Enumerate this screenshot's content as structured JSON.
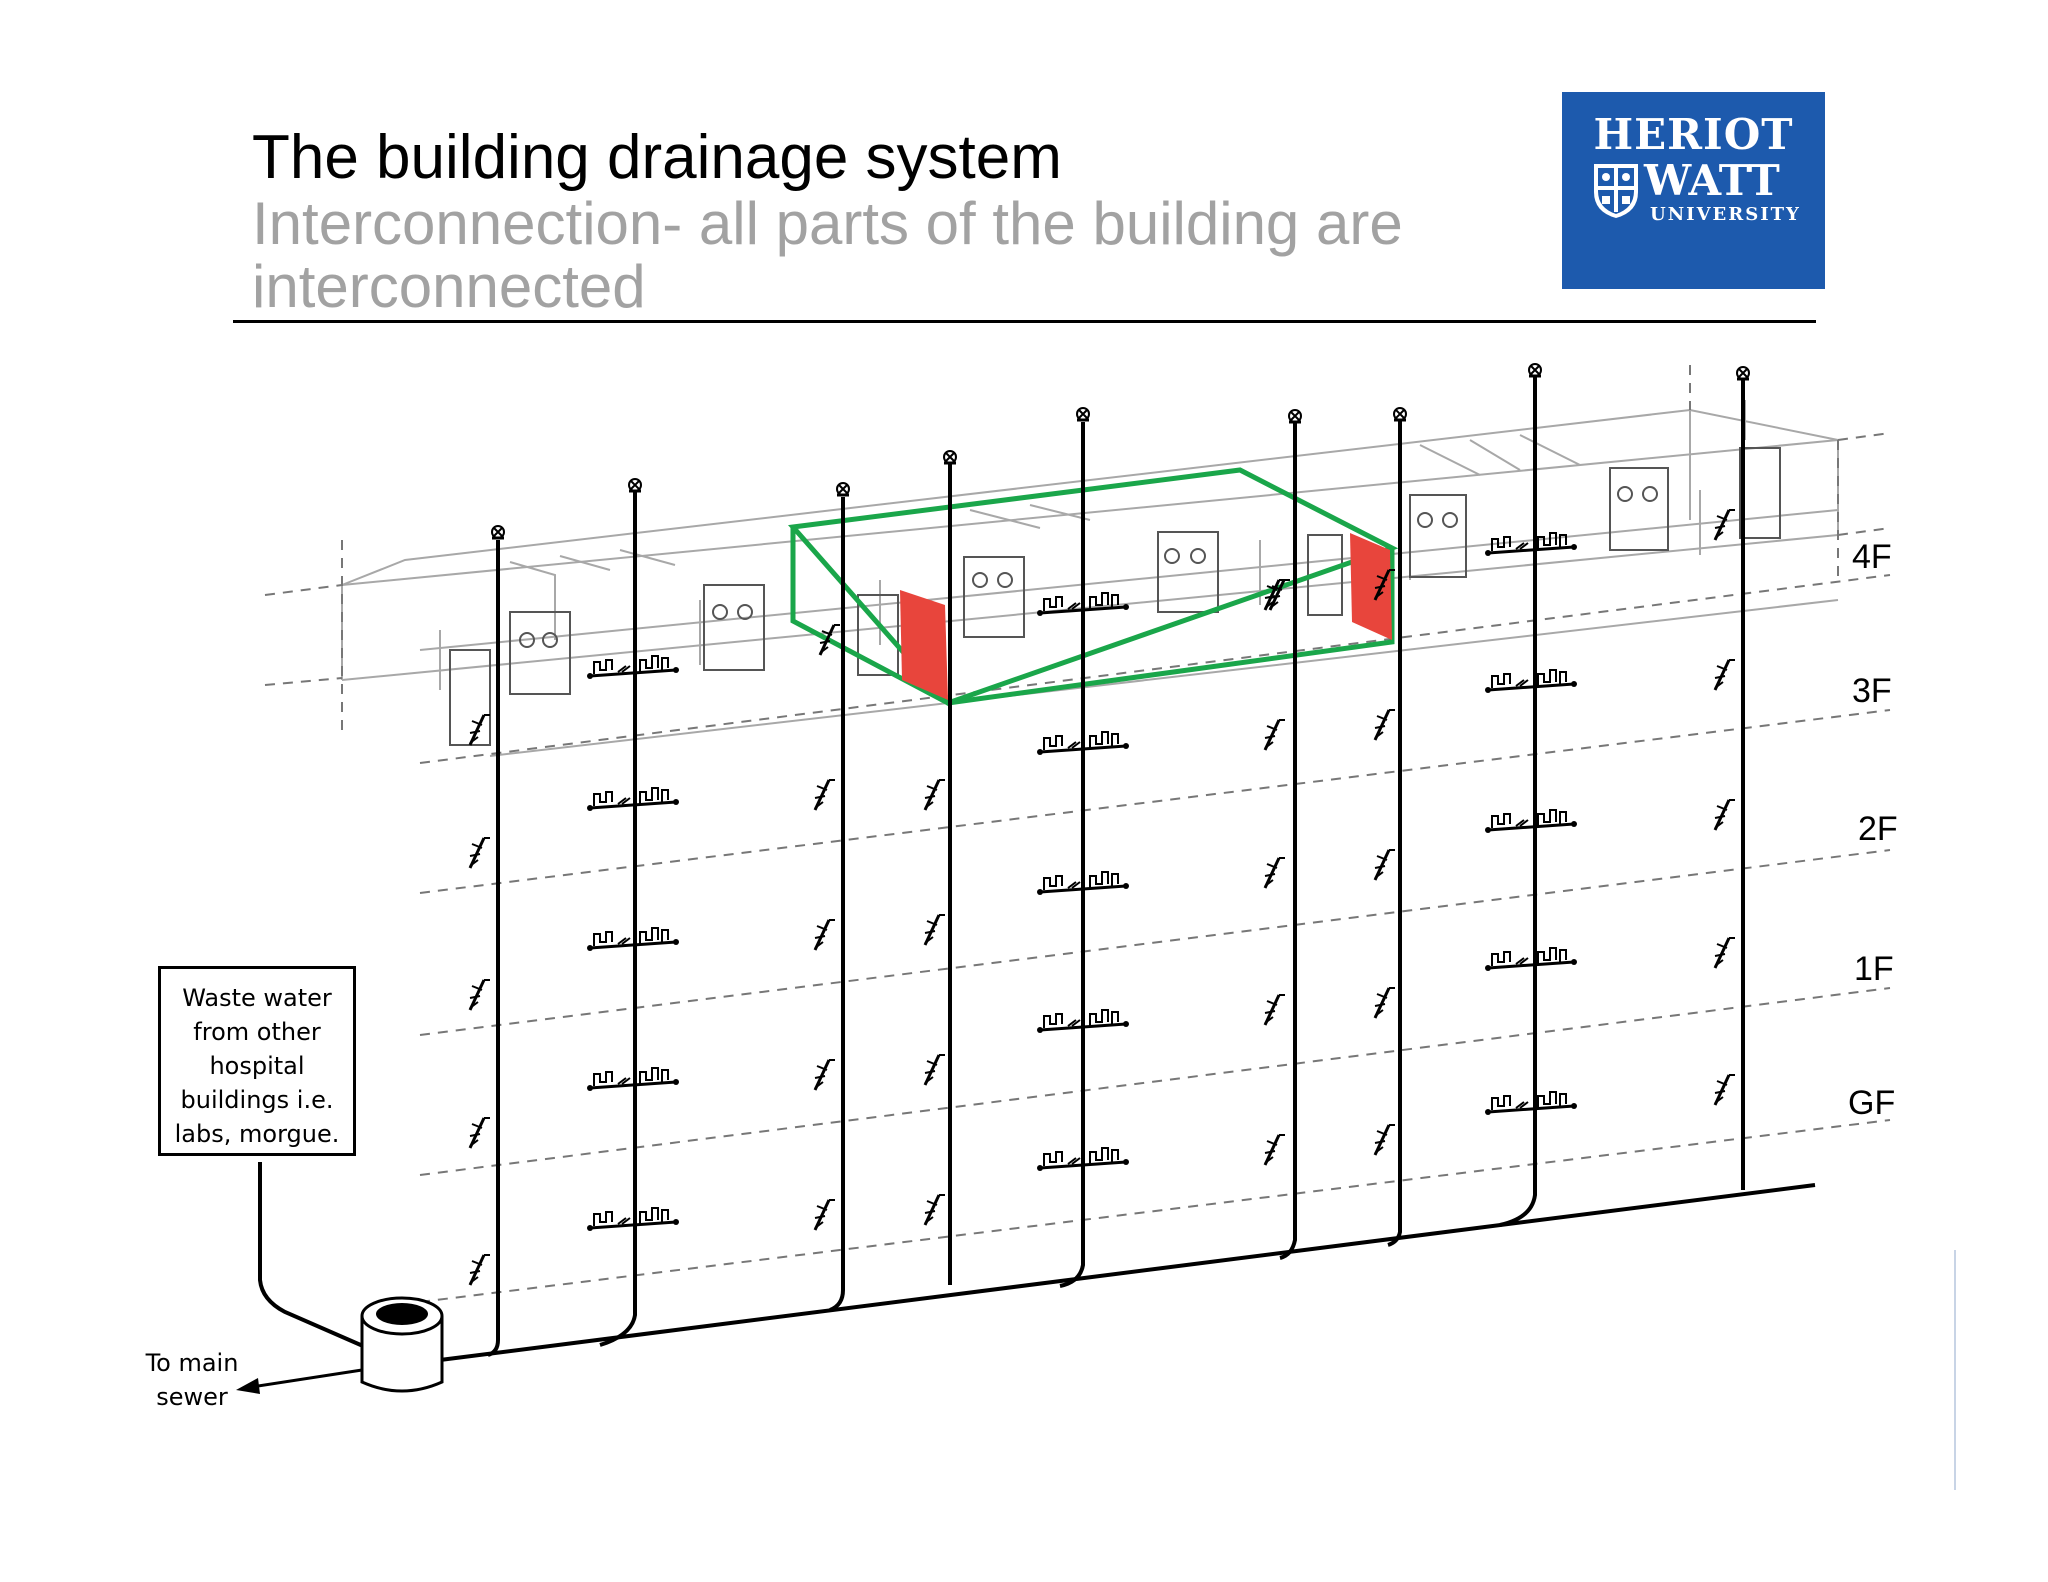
{
  "header": {
    "title": "The building drainage system",
    "subtitle": "Interconnection- all parts of the building are interconnected"
  },
  "logo": {
    "line1": "HERIOT",
    "line2": "WATT",
    "line3": "UNIVERSITY",
    "color": "#1d5aad"
  },
  "diagram": {
    "floor_labels": [
      "4F",
      "3F",
      "2F",
      "1F",
      "GF"
    ],
    "note": [
      "Waste water",
      "from other",
      "hospital",
      "buildings i.e.",
      "labs, morgue."
    ],
    "outlet_label": [
      "To main",
      "sewer"
    ],
    "highlight_color": "#1aa64a",
    "riser_highlight_color": "#e8453c"
  }
}
